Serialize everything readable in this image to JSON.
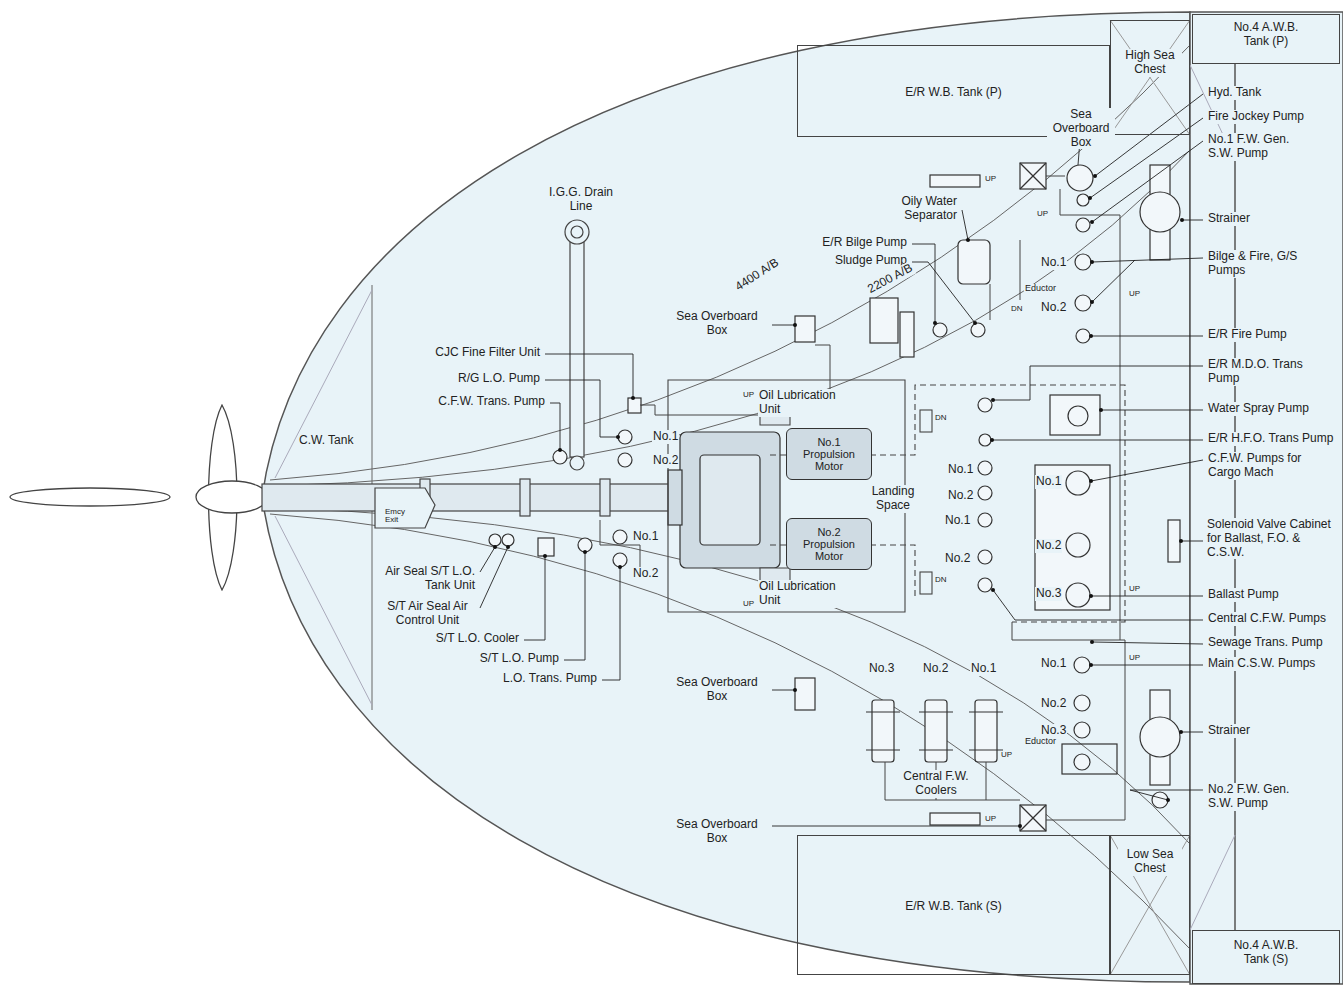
{
  "diagram": {
    "nodes": [
      {
        "text": [
          "No.4 A.W.B. Tank (P)"
        ]
      },
      {
        "text": [
          "High Sea Chest"
        ]
      },
      {
        "text": [
          "E/R W.B. Tank (P)"
        ]
      },
      {
        "text": [
          "No.1 Propulsion Motor"
        ]
      },
      {
        "text": [
          "No.2 Propulsion Motor"
        ]
      },
      {
        "text": [
          "E/R W.B. Tank (S)"
        ]
      },
      {
        "text": [
          "Low Sea Chest"
        ]
      },
      {
        "text": [
          "No.4 A.W.B. Tank (S)"
        ]
      }
    ],
    "labels": [
      "Hyd. Tank",
      "Fire Jockey Pump",
      "No.1 F.W. Gen. S.W. Pump",
      "Strainer",
      "Bilge & Fire, G/S Pumps",
      "E/R Fire Pump",
      "E/R M.D.O. Trans Pump",
      "Water Spray Pump",
      "E/R H.F.O. Trans Pump",
      "C.F.W. Pumps for Cargo Mach",
      "Solenoid Valve Cabinet for Ballast, F.O. & C.S.W.",
      "Ballast Pump",
      "Central C.F.W. Pumps",
      "Sewage Trans. Pump",
      "Main C.S.W. Pumps",
      "Strainer",
      "No.2 F.W. Gen. S.W. Pump",
      "Sea Overboard Box",
      "Oily Water Separator",
      "E/R Bilge Pump",
      "Sludge Pump",
      "4400 A/B",
      "2200 A/B",
      "I.G.G. Drain Line",
      "Sea Overboard Box",
      "CJC Fine Filter Unit",
      "R/G L.O. Pump",
      "C.F.W. Trans. Pump",
      "C.W. Tank",
      "No.1",
      "No.2",
      "Oil Lubrication Unit",
      "Landing Space",
      "Emcy Exit",
      "Oil Lubrication Unit",
      "No.1",
      "No.2",
      "Air Seal S/T L.O. Tank Unit",
      "S/T Air Seal Air Control Unit",
      "S/T L.O. Cooler",
      "S/T L.O. Pump",
      "L.O. Trans. Pump",
      "Sea Overboard Box",
      "No.3",
      "No.2",
      "No.1",
      "Central F.W. Coolers",
      "Sea Overboard Box",
      "Eductor",
      "Eductor",
      "No.1",
      "No.2",
      "No.1",
      "No.2",
      "No.1",
      "No.2",
      "No.1",
      "No.2",
      "No.3",
      "No.1",
      "No.2",
      "No.3",
      "UP",
      "UP",
      "DN",
      "UP",
      "UP",
      "DN",
      "DN",
      "UP",
      "UP",
      "UP",
      "UP",
      "UP"
    ]
  }
}
